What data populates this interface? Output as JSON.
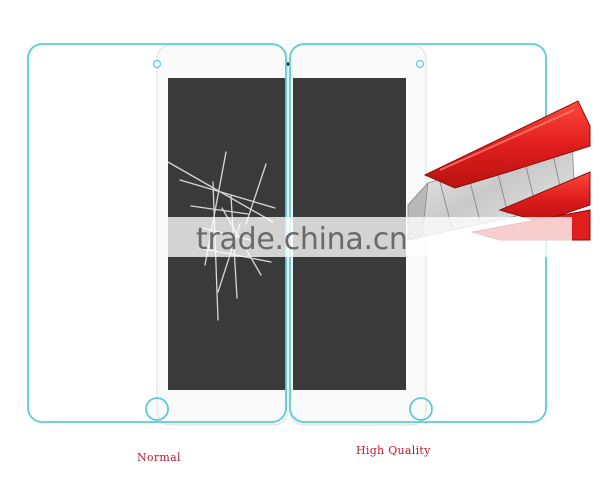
{
  "captions": {
    "left": "Normal",
    "right": "High Quality"
  },
  "watermark": "trade.china.cn",
  "colors": {
    "outline": "#5ccbd8",
    "screen": "#3a3a3a",
    "knife_handle": "#e01e1e",
    "caption": "#c0192a"
  }
}
